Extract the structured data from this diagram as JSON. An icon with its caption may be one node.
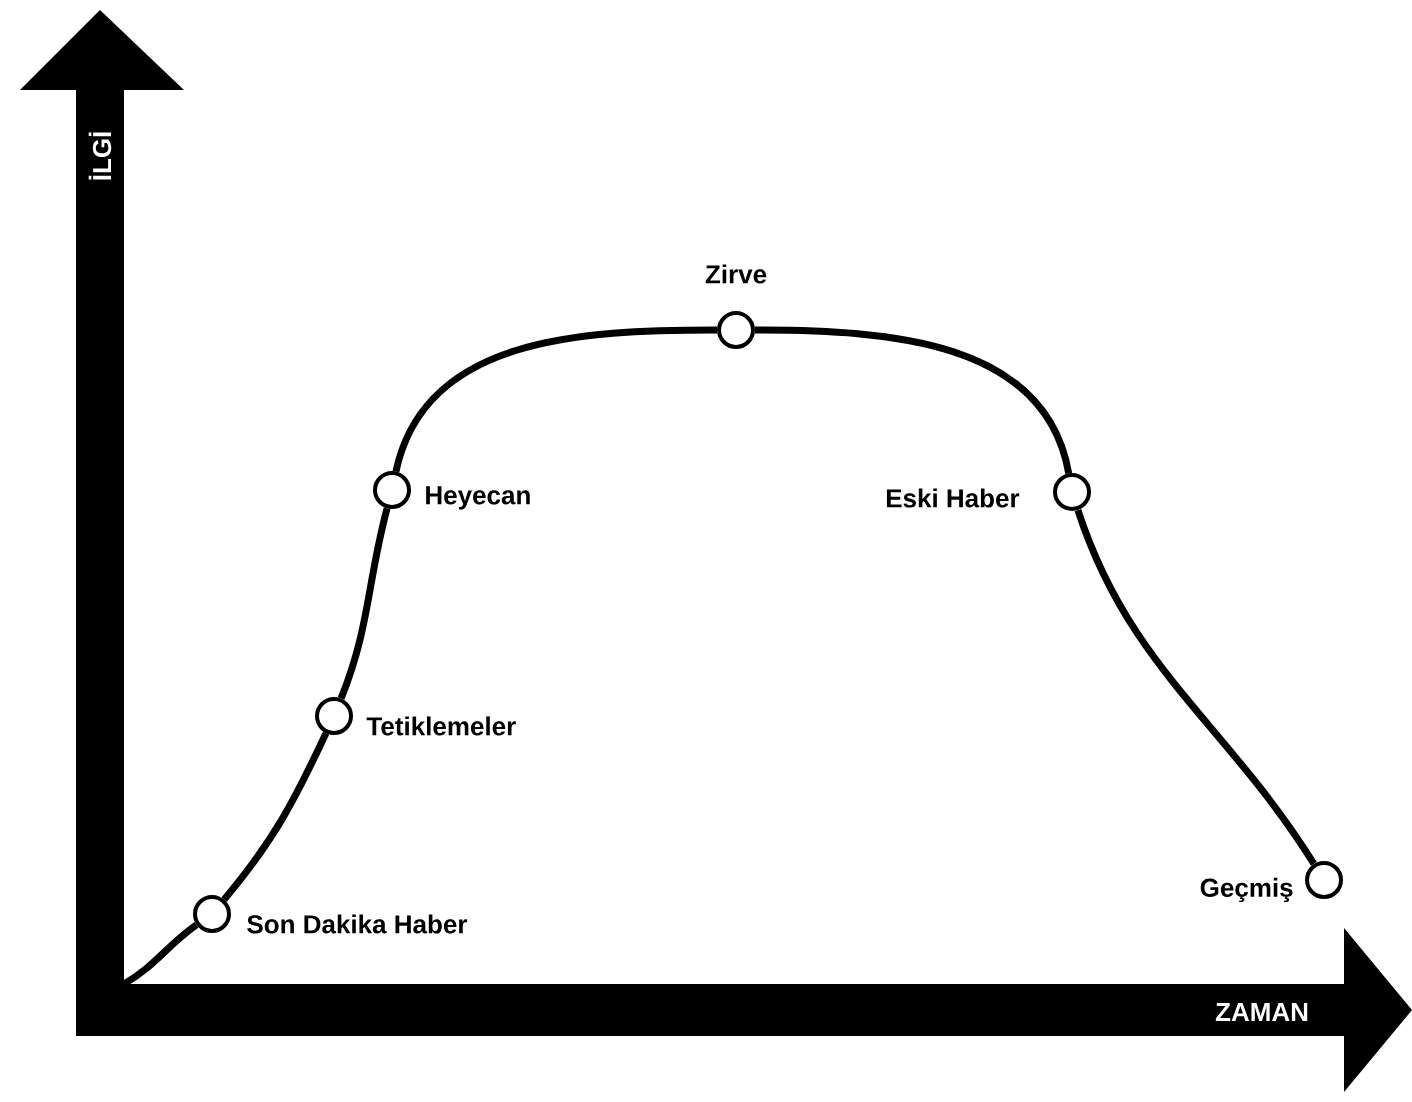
{
  "diagram": {
    "nodes": [
      {
        "text": [],
        "shape": "circle",
        "beside": [
          "Son Dakika Haber"
        ]
      },
      {
        "text": [],
        "shape": "circle",
        "beside": [
          "Tetiklemeler"
        ]
      },
      {
        "text": [],
        "shape": "circle",
        "beside": [
          "Heyecan"
        ]
      },
      {
        "text": [],
        "shape": "circle",
        "beside": [
          "Zirve"
        ]
      },
      {
        "text": [],
        "shape": "circle",
        "beside": [
          "Eski Haber"
        ]
      },
      {
        "text": [],
        "shape": "circle",
        "beside": [
          "Geçmiş"
        ]
      }
    ],
    "edges": [
      {
        "from": null,
        "to": 0,
        "arrow": "none"
      },
      {
        "from": 0,
        "to": 1,
        "arrow": "none"
      },
      {
        "from": 1,
        "to": 2,
        "arrow": "none"
      },
      {
        "from": 2,
        "to": 3,
        "arrow": "none"
      },
      {
        "from": 3,
        "to": 4,
        "arrow": "none"
      },
      {
        "from": 4,
        "to": 5,
        "arrow": "none"
      }
    ],
    "labels": [
      "İLGİ",
      "ZAMAN"
    ]
  }
}
